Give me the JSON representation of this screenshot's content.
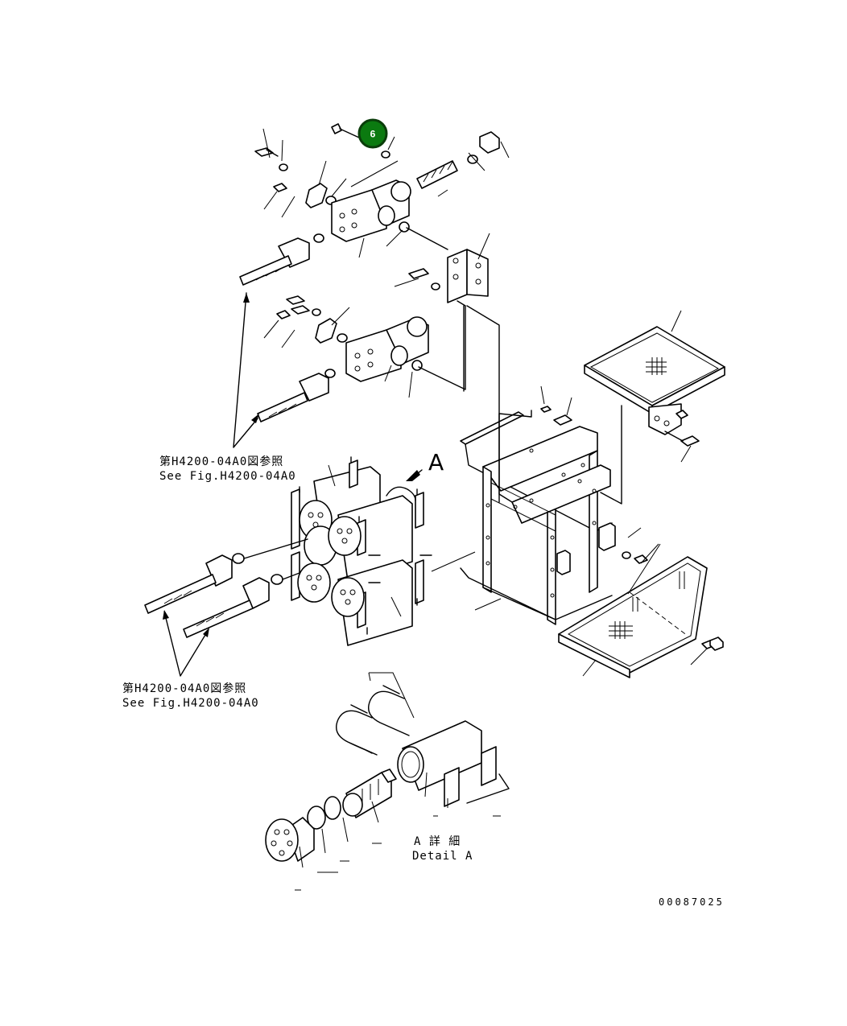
{
  "callout": {
    "number": "6",
    "fill_color": "#0b7a10",
    "ring_color": "#0a3d0a",
    "text_color": "#ffffff"
  },
  "references": {
    "upper": {
      "jp": "第H4200-04A0図参照",
      "en": "See Fig.H4200-04A0"
    },
    "lower": {
      "jp": "第H4200-04A0図参照",
      "en": "See Fig.H4200-04A0"
    }
  },
  "detail": {
    "letter": "A",
    "jp": "A 詳 細",
    "en": "Detail A"
  },
  "drawing_code": "00087025"
}
